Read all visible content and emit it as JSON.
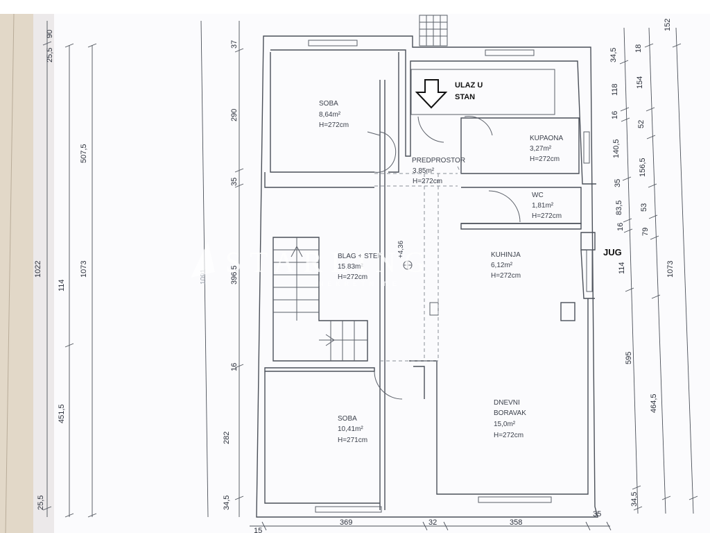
{
  "rooms": {
    "soba_top": {
      "name": "SOBA",
      "area": "8,64m²",
      "height": "H=272cm"
    },
    "predprostor": {
      "name": "PREDPROSTOR",
      "area": "3,85m²",
      "height": "H=272cm"
    },
    "kupaona": {
      "name": "KUPAONA",
      "area": "3,27m²",
      "height": "H=272cm"
    },
    "wc": {
      "name": "WC",
      "area": "1,81m²",
      "height": "H=272cm"
    },
    "blag": {
      "name": "BLAG + STEF",
      "area": "15,83m²",
      "height": "H=272cm"
    },
    "kuhinja": {
      "name": "KUHINJA",
      "area": "6,12m²",
      "height": "H=272cm"
    },
    "soba_bottom": {
      "name": "SOBA",
      "area": "10,41m²",
      "height": "H=271cm"
    },
    "dnevni": {
      "name1": "DNEVNI",
      "name2": "BORAVAK",
      "area": "15,0m²",
      "height": "H=272cm"
    }
  },
  "entrance": {
    "line1": "ULAZ U",
    "line2": "STAN"
  },
  "orientation": "JUG",
  "elevation": "+4,36",
  "watermark": {
    "brand": "STARLING",
    "sub": "NEKRETNINE"
  },
  "dims": {
    "left_outer": [
      "25,5",
      "90",
      "507,5",
      "1022",
      "114",
      "451,5",
      "25,5"
    ],
    "left_inner": [
      "1073"
    ],
    "left_rooms": [
      "37",
      "290",
      "35",
      "396,5",
      "16",
      "282",
      "34,5"
    ],
    "left_extra": [
      "1091"
    ],
    "bottom": [
      "15",
      "369",
      "32",
      "358",
      "35"
    ],
    "right_rooms": [
      "34,5",
      "118",
      "16",
      "140,5",
      "35",
      "83,5",
      "16",
      "114",
      "595",
      "34,5"
    ],
    "right_mid": [
      "18",
      "154",
      "52",
      "156,5",
      "53",
      "79",
      "464,5"
    ],
    "right_outer": [
      "152",
      "1073"
    ]
  }
}
